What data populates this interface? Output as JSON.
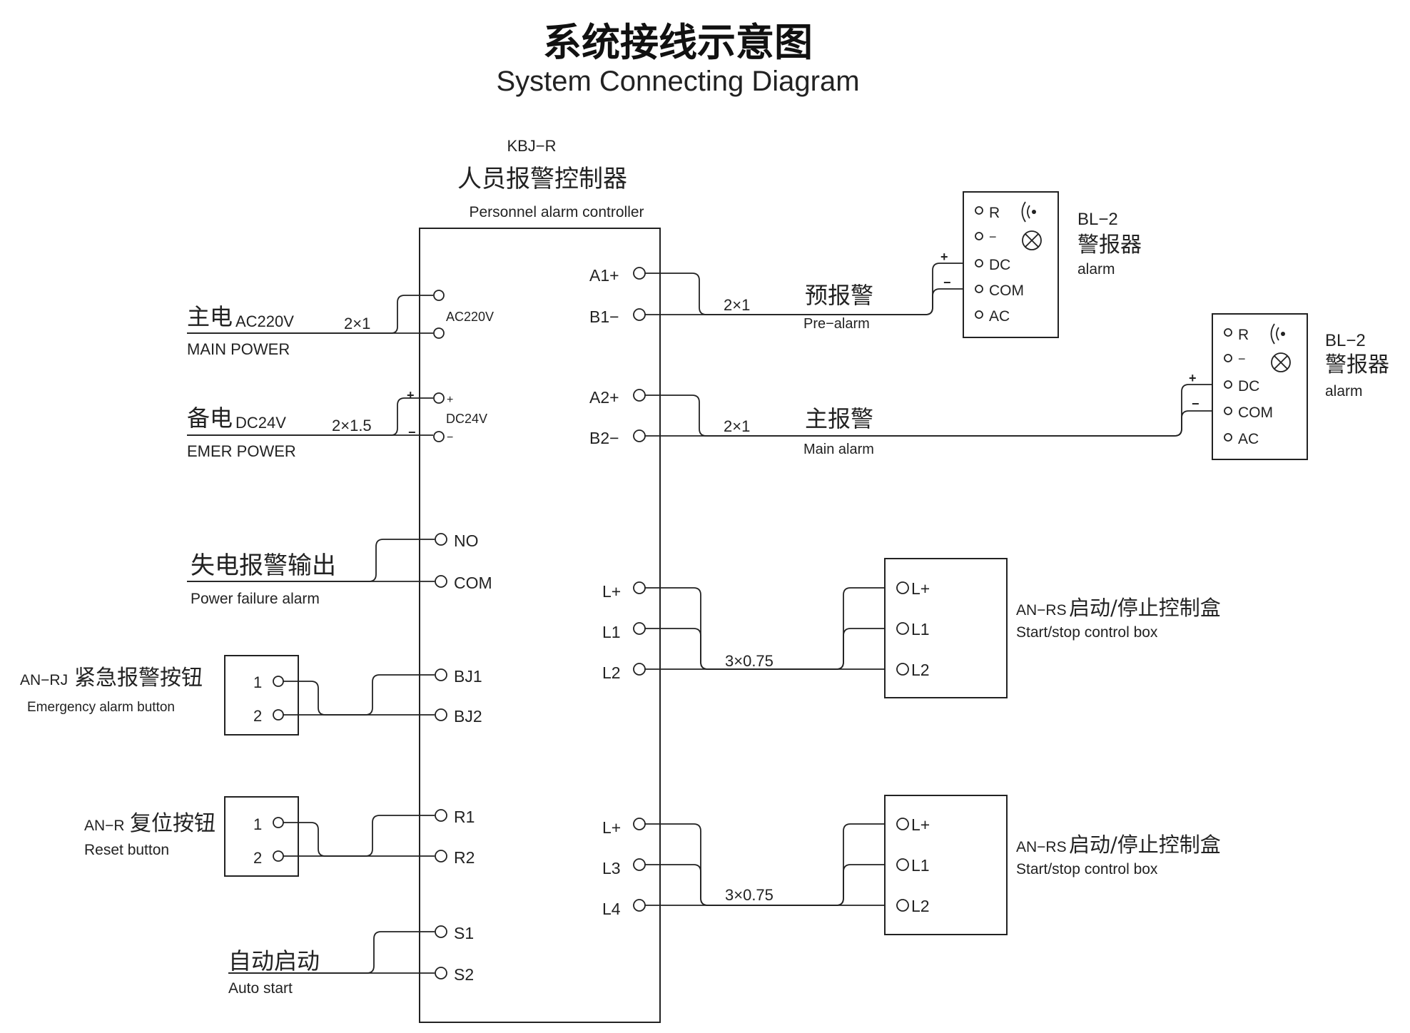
{
  "header": {
    "title_cn": "系统接线示意图",
    "title_en": "System Connecting Diagram"
  },
  "controller": {
    "model": "KBJ−R",
    "name_cn": "人员报警控制器",
    "name_en": "Personnel  alarm  controller",
    "terminals": {
      "ac_top": "",
      "ac_bottom": "",
      "ac_label": "AC220V",
      "dc_plus": "+",
      "dc_minus": "−",
      "dc_label": "DC24V",
      "no": "NO",
      "com": "COM",
      "bj1": "BJ1",
      "bj2": "BJ2",
      "r1": "R1",
      "r2": "R2",
      "s1": "S1",
      "s2": "S2",
      "a1": "A1+",
      "b1": "B1−",
      "a2": "A2+",
      "b2": "B2−",
      "lp1": "L+",
      "l1": "L1",
      "l2": "L2",
      "lp2": "L+",
      "l3": "L3",
      "l4": "L4"
    }
  },
  "inputs": {
    "main_power": {
      "cn": "主电",
      "volt": "AC220V",
      "en": "MAIN  POWER",
      "cable": "2×1"
    },
    "emer_power": {
      "cn": "备电",
      "volt": "DC24V",
      "en": "EMER  POWER",
      "cable": "2×1.5",
      "plus": "+",
      "minus": "−"
    },
    "power_failure": {
      "cn": "失电报警输出",
      "en": "Power  failure  alarm"
    },
    "emergency_button": {
      "code": "AN−RJ",
      "cn": "紧急报警按钮",
      "en": "Emergency alarm button",
      "t1": "1",
      "t2": "2"
    },
    "reset_button": {
      "code": "AN−R",
      "cn": "复位按钮",
      "en": "Reset  button",
      "t1": "1",
      "t2": "2"
    },
    "auto_start": {
      "cn": "自动启动",
      "en": "Auto  start"
    }
  },
  "outputs": {
    "pre_alarm": {
      "cn": "预报警",
      "en": "Pre−alarm",
      "cable": "2×1"
    },
    "main_alarm": {
      "cn": "主报警",
      "en": "Main  alarm",
      "cable": "2×1"
    },
    "alarm_unit": {
      "model": "BL−2",
      "cn": "警报器",
      "en": "alarm",
      "r": "R",
      "dash": "−",
      "dc": "DC",
      "com": "COM",
      "ac": "AC",
      "plus": "+",
      "minus": "−"
    },
    "control_box": {
      "code": "AN−RS",
      "cn": "启动/停止控制盒",
      "en": "Start/stop  control  box",
      "lp": "L+",
      "l1": "L1",
      "l2": "L2",
      "cable": "3×0.75"
    }
  }
}
